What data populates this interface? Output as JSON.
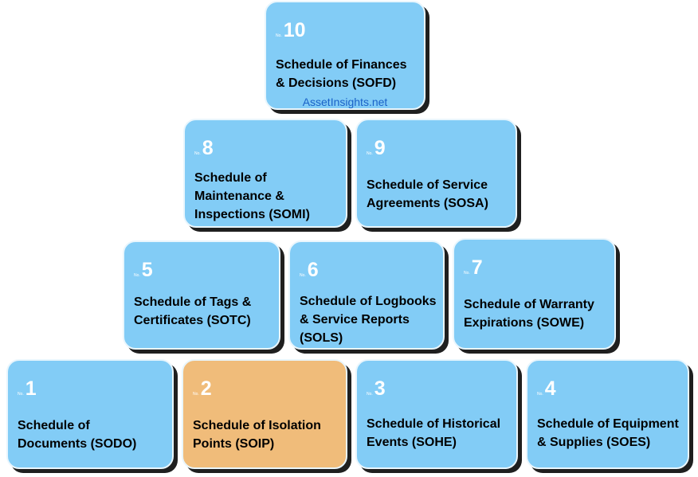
{
  "no_prefix": "No.",
  "boxes": [
    {
      "number": "10",
      "title": "Schedule of Finances\n& Decisions (SOFD)"
    },
    {
      "number": "8",
      "title": "Schedule of\nMaintenance &\nInspections (SOMI)"
    },
    {
      "number": "9",
      "title": "Schedule of Service\nAgreements (SOSA)"
    },
    {
      "number": "5",
      "title": "Schedule of Tags &\nCertificates (SOTC)"
    },
    {
      "number": "6",
      "title": "Schedule of Logbooks\n& Service Reports\n(SOLS)"
    },
    {
      "number": "7",
      "title": "Schedule of Warranty\nExpirations (SOWE)"
    },
    {
      "number": "1",
      "title": "Schedule of\nDocuments (SODO)"
    },
    {
      "number": "2",
      "title": "Schedule of Isolation\nPoints (SOIP)"
    },
    {
      "number": "3",
      "title": "Schedule of Historical\nEvents (SOHE)"
    },
    {
      "number": "4",
      "title": "Schedule of Equipment\n& Supplies (SOES)"
    }
  ],
  "watermark": "AssetInsights.net",
  "colors": {
    "box": "#82ccf6",
    "highlight_box": "#f0bc7a",
    "number": "#ffffff",
    "watermark": "#1a62c8"
  }
}
